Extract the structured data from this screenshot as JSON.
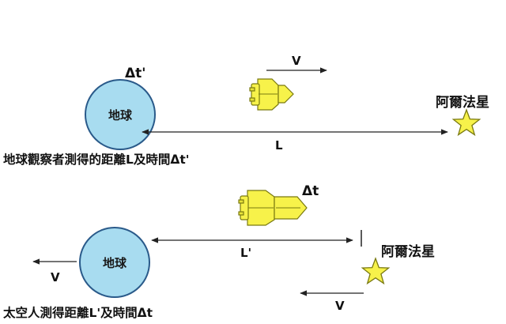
{
  "colors": {
    "earth_fill": "#a8dcf0",
    "earth_stroke": "#2a5a8a",
    "ship_fill": "#f7f24a",
    "ship_stroke": "#7a7a10",
    "star_fill": "#f7f24a",
    "star_stroke": "#7a7a10",
    "line": "#222222"
  },
  "top_panel": {
    "delta_t_label": "Δt'",
    "earth_label": "地球",
    "velocity_label": "V",
    "distance_label": "L",
    "star_label": "阿爾法星",
    "caption": "地球觀察者測得的距離L及時間Δt'",
    "icons": {
      "ship": "spaceship-icon",
      "star": "star-icon",
      "earth": "earth-icon"
    }
  },
  "bottom_panel": {
    "delta_t_label": "Δt",
    "earth_label": "地球",
    "earth_velocity_label": "V",
    "distance_label": "L'",
    "star_label": "阿爾法星",
    "star_velocity_label": "V",
    "caption": "太空人測得距離L'及時間Δt",
    "icons": {
      "ship": "spaceship-icon",
      "star": "star-icon",
      "earth": "earth-icon"
    }
  }
}
